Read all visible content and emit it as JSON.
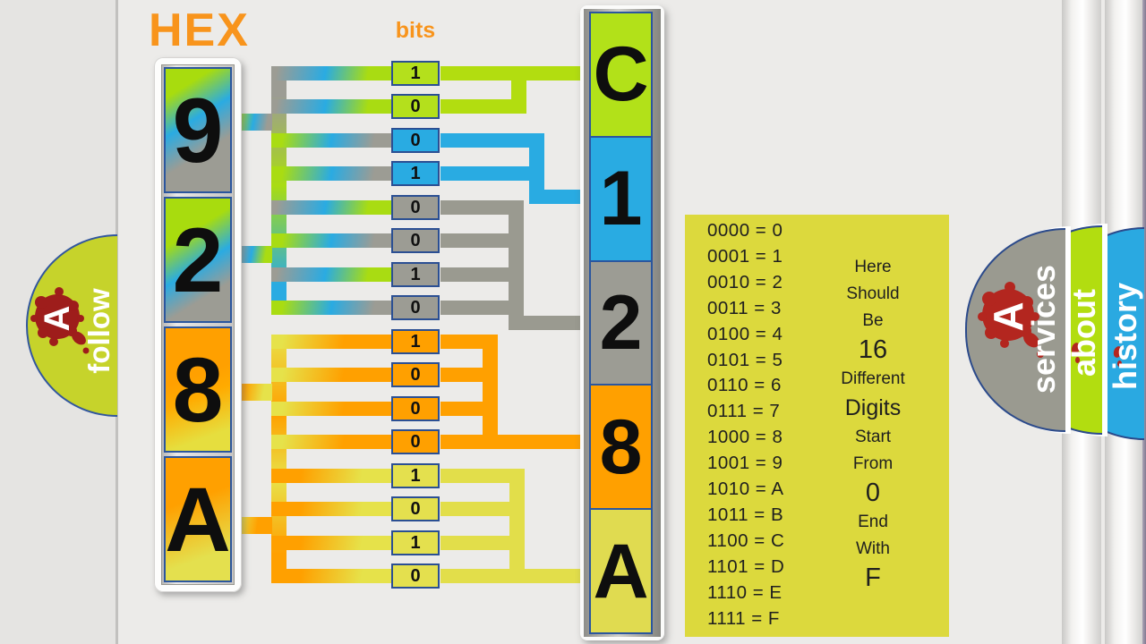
{
  "title": "HEX",
  "bits_label": "bits",
  "hex_column": {
    "digits": [
      "9",
      "2",
      "8",
      "A"
    ]
  },
  "bits": {
    "values": [
      "1",
      "0",
      "0",
      "1",
      "0",
      "0",
      "1",
      "0",
      "1",
      "0",
      "0",
      "0",
      "1",
      "0",
      "1",
      "0"
    ]
  },
  "output_column": {
    "digits": [
      "C",
      "1",
      "2",
      "8",
      "A"
    ]
  },
  "conversion_table": {
    "rows": [
      "0000 = 0",
      "0001 = 1",
      "0010 = 2",
      "0011 = 3",
      "0100 = 4",
      "0101 = 5",
      "0110 = 6",
      "0111 = 7",
      "1000 = 8",
      "1001 = 9",
      "1010 = A",
      "1011 = B",
      "1100 = C",
      "1101 = D",
      "1110 = E",
      "1111 = F"
    ]
  },
  "note": {
    "lines": [
      "Here",
      "Should",
      "Be",
      "16",
      "Different",
      "Digits",
      "Start",
      "From",
      "0",
      "End",
      "With",
      "F"
    ]
  },
  "badges": {
    "left": {
      "logo_letter": "A",
      "label": "follow"
    },
    "right": [
      {
        "logo_letter": "A",
        "label": "services"
      },
      {
        "label": "about"
      },
      {
        "label": "history"
      }
    ]
  },
  "colors": {
    "accent_orange": "#f8941c",
    "lime": "#b2dd10",
    "blue": "#29abe2",
    "gray": "#9c9c94",
    "orange": "#ffa000",
    "yellow": "#e2de4a",
    "table_background": "#dcd93d",
    "splat_red": "#b3261f",
    "left_badge_background": "#c6d32b"
  }
}
